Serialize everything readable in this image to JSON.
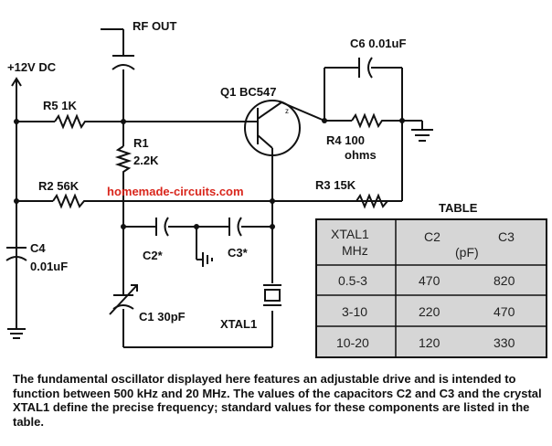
{
  "labels": {
    "rf_out": "RF OUT",
    "supply": "+12V DC",
    "r5": "R5 1K",
    "r1_name": "R1",
    "r1_value": "2.2K",
    "q1": "Q1 BC547",
    "c6": "C6 0.01uF",
    "r4_name": "R4 100",
    "r4_unit": "ohms",
    "r2": "R2 56K",
    "r3": "R3 15K",
    "c4_name": "C4",
    "c4_value": "0.01uF",
    "c2": "C2*",
    "c3": "C3*",
    "c1": "C1 30pF",
    "xtal1": "XTAL1",
    "watermark": "homemade-circuits.com"
  },
  "table": {
    "title": "TABLE",
    "col1_header_line1": "XTAL1",
    "col1_header_line2": "MHz",
    "col2_header": "C2",
    "col3_header": "C3",
    "unit_header": "(pF)",
    "rows": [
      {
        "xtal": "0.5-3",
        "c2": "470",
        "c3": "820"
      },
      {
        "xtal": "3-10",
        "c2": "220",
        "c3": "470"
      },
      {
        "xtal": "10-20",
        "c2": "120",
        "c3": "330"
      }
    ]
  },
  "caption": "The fundamental oscillator displayed here features an adjustable drive and is intended to function between 500 kHz and 20 MHz. The values of the capacitors C2 and C3 and the crystal XTAL1 define the precise frequency; standard values for these components are listed in the table.",
  "colors": {
    "ink": "#111111",
    "watermark": "#d9261c",
    "table_fill": "#d6d6d6"
  }
}
